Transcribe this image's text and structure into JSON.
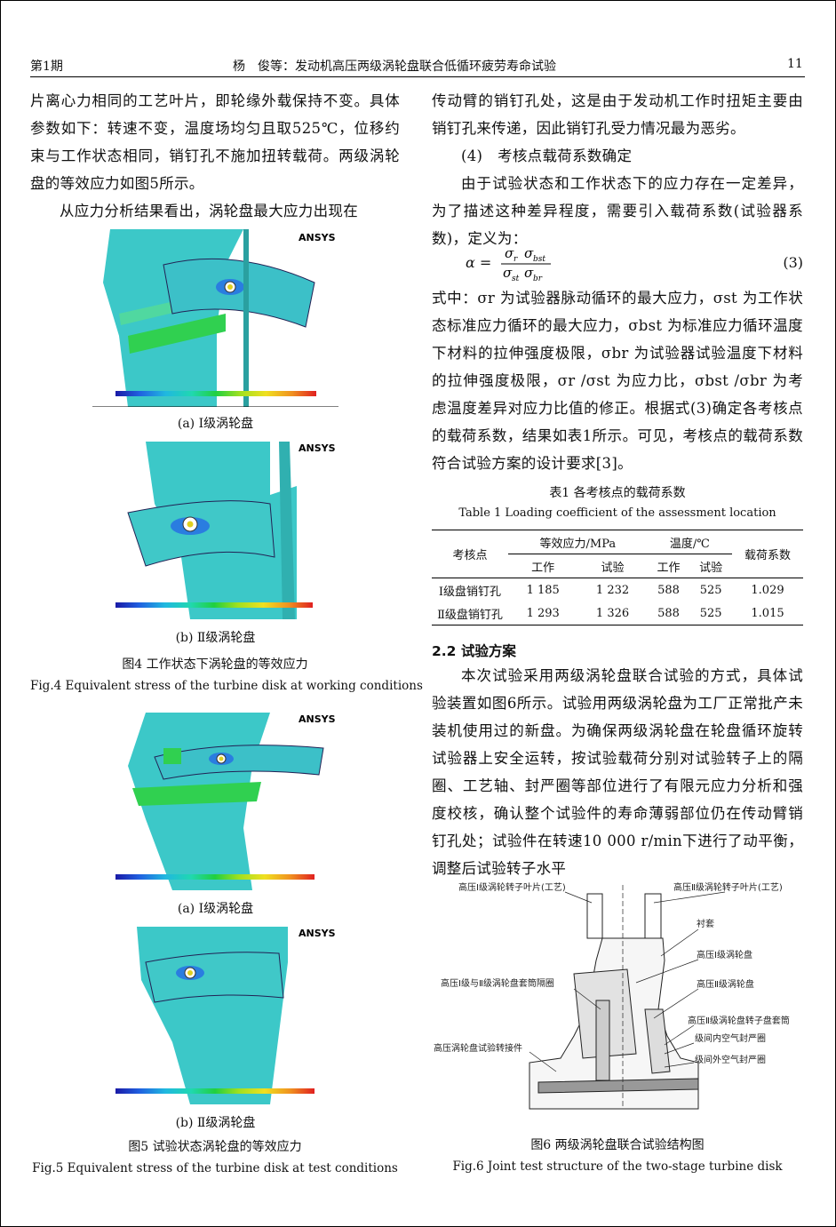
{
  "header": {
    "issue": "第1期",
    "title": "杨　俊等：发动机高压两级涡轮盘联合低循环疲劳寿命试验",
    "page": "11"
  },
  "left_col": {
    "p1": "片离心力相同的工艺叶片，即轮缘外载保持不变。具体参数如下：转速不变，温度场均匀且取525℃，位移约束与工作状态相同，销钉孔不施加扭转载荷。两级涡轮盘的等效应力如图5所示。",
    "p2": "从应力分析结果看出，涡轮盘最大应力出现在"
  },
  "fig4": {
    "sub_a": "(a)  Ⅰ级涡轮盘",
    "sub_b": "(b)  Ⅱ级涡轮盘",
    "cap_cn": "图4  工作状态下涡轮盘的等效应力",
    "cap_en": "Fig.4  Equivalent stress of the turbine disk at working conditions"
  },
  "fig5": {
    "sub_a": "(a)  Ⅰ级涡轮盘",
    "sub_b": "(b)  Ⅱ级涡轮盘",
    "cap_cn": "图5  试验状态涡轮盘的等效应力",
    "cap_en": "Fig.5  Equivalent stress of the turbine disk at test conditions"
  },
  "ansys_logo": "ANSYS",
  "right_col": {
    "p1": "传动臂的销钉孔处，这是由于发动机工作时扭矩主要由销钉孔来传递，因此销钉孔受力情况最为恶劣。",
    "sub4": "(4)　考核点载荷系数确定",
    "p2": "由于试验状态和工作状态下的应力存在一定差异，为了描述这种差异程度，需要引入载荷系数(试验器系数)，定义为：",
    "eq_lhs": "α =",
    "eq_num": "(3)",
    "p3": "式中：σr 为试验器脉动循环的最大应力，σst 为工作状态标准应力循环的最大应力，σbst 为标准应力循环温度下材料的拉伸强度极限，σbr 为试验器试验温度下材料的拉伸强度极限，σr /σst 为应力比，σbst /σbr 为考虑温度差异对应力比值的修正。根据式(3)确定各考核点的载荷系数，结果如表1所示。可见，考核点的载荷系数符合试验方案的设计要求[3]。",
    "tab_cap_cn": "表1  各考核点的载荷系数",
    "tab_cap_en": "Table 1  Loading coefficient of the assessment location",
    "sec_title": "2.2  试验方案",
    "p4": "本次试验采用两级涡轮盘联合试验的方式，具体试验装置如图6所示。试验用两级涡轮盘为工厂正常批产未装机使用过的新盘。为确保两级涡轮盘在轮盘循环旋转试验器上安全运转，按试验载荷分别对试验转子上的隔圈、工艺轴、封严圈等部位进行了有限元应力分析和强度校核，确认整个试验件的寿命薄弱部位仍在传动臂销钉孔处；试验件在转速10 000 r/min下进行了动平衡，调整后试验转子水平"
  },
  "table1": {
    "h_point": "考核点",
    "h_stress": "等效应力/MPa",
    "h_temp": "温度/℃",
    "h_coef": "载荷系数",
    "h_work": "工作",
    "h_test": "试验",
    "rows": [
      {
        "point": "Ⅰ级盘销钉孔",
        "s_work": "1 185",
        "s_test": "1 232",
        "t_work": "588",
        "t_test": "525",
        "coef": "1.029"
      },
      {
        "point": "Ⅱ级盘销钉孔",
        "s_work": "1 293",
        "s_test": "1 326",
        "t_work": "588",
        "t_test": "525",
        "coef": "1.015"
      }
    ]
  },
  "fig6": {
    "labels": {
      "l1": "高压Ⅰ级涡轮转子叶片(工艺)",
      "l2": "高压Ⅱ级涡轮转子叶片(工艺)",
      "l3": "衬套",
      "l4": "高压Ⅰ级涡轮盘",
      "l5": "高压Ⅰ级与Ⅱ级涡轮盘套筒隔圈",
      "l6": "高压Ⅱ级涡轮盘",
      "l7": "高压Ⅱ级涡轮盘转子盘套筒",
      "l8": "级间内空气封严圈",
      "l9": "高压涡轮盘试验转接件",
      "l10": "级间外空气封严圈"
    },
    "cap_cn": "图6  两级涡轮盘联合试验结构图",
    "cap_en": "Fig.6  Joint test structure of the two-stage turbine disk"
  }
}
